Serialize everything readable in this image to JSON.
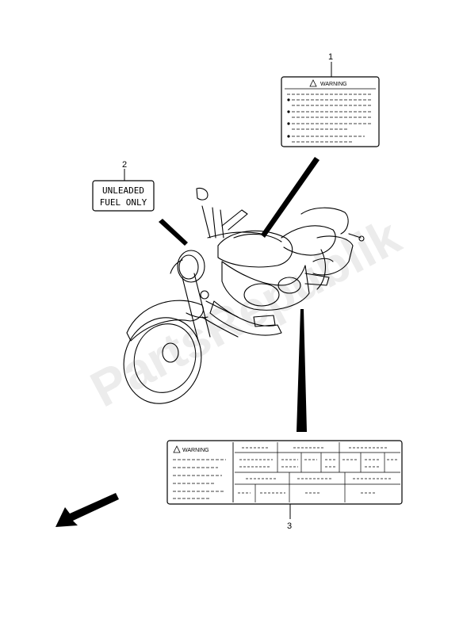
{
  "watermark": "PartsRepublik",
  "callouts": [
    "1",
    "2",
    "3"
  ],
  "labels": {
    "warning_title": "WARNING",
    "fuel_line1": "UNLEADED",
    "fuel_line2": "FUEL ONLY"
  },
  "icons": [
    "motorcycle-illustration",
    "warning-triangle-icon",
    "direction-arrow-icon"
  ]
}
